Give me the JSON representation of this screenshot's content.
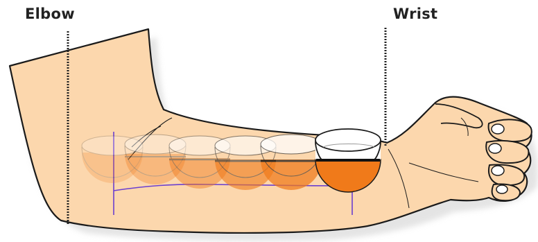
{
  "labels": {
    "elbow": "Elbow",
    "wrist": "Wrist"
  },
  "colors": {
    "skin": "#fcd7ad",
    "skin_outline": "#1a1a1a",
    "cup_fill": "#f07a1a",
    "cup_rim": "#ffffff",
    "cup_band": "#111111",
    "muscle_line": "#6a3fd0",
    "shadow": "#d9d9d9"
  },
  "icons": [
    "cup-sequence",
    "dotted-marker-line"
  ]
}
